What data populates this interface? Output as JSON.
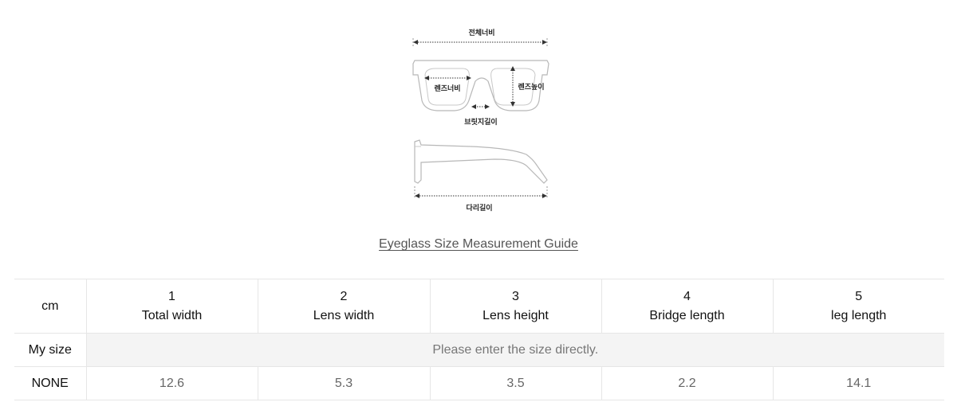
{
  "diagram": {
    "total_width": "전체너비",
    "lens_width": "렌즈너비",
    "lens_height": "렌즈높이",
    "bridge_length": "브릿지길이",
    "leg_length": "다리길이"
  },
  "guide_link": "Eyeglass Size Measurement Guide",
  "table": {
    "unit": "cm",
    "columns": [
      {
        "num": "1",
        "name": "Total width"
      },
      {
        "num": "2",
        "name": "Lens width"
      },
      {
        "num": "3",
        "name": "Lens height"
      },
      {
        "num": "4",
        "name": "Bridge length"
      },
      {
        "num": "5",
        "name": "leg length"
      }
    ],
    "my_size_label": "My size",
    "my_size_prompt": "Please enter the size directly.",
    "row_label": "NONE",
    "values": [
      "12.6",
      "5.3",
      "3.5",
      "2.2",
      "14.1"
    ]
  }
}
